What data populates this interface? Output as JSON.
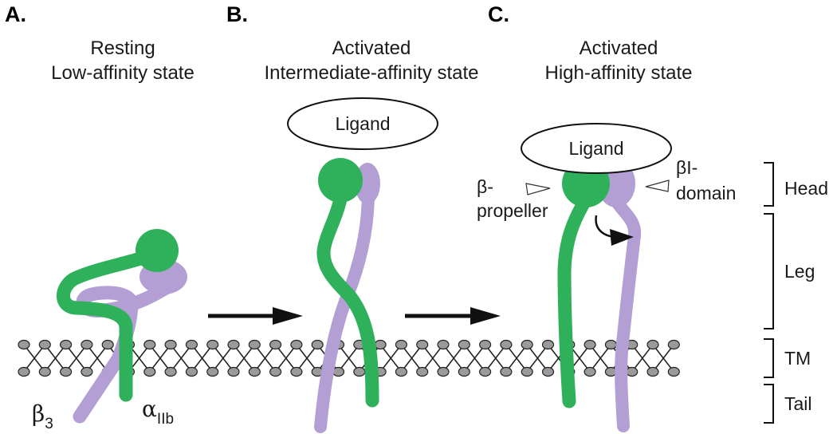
{
  "colors": {
    "beta_chain": "#2eb15a",
    "alpha_chain": "#b39fd3",
    "lipid_head": "#9a9a9a",
    "arrow": "#111111"
  },
  "panels": [
    {
      "letter": "A.",
      "line1": "Resting",
      "line2": "Low-affinity state"
    },
    {
      "letter": "B.",
      "line1": "Activated",
      "line2": "Intermediate-affinity state"
    },
    {
      "letter": "C.",
      "line1": "Activated",
      "line2": "High-affinity state"
    }
  ],
  "ligand": {
    "b": "Ligand",
    "c": "Ligand"
  },
  "chains": {
    "beta": "β",
    "beta_sub": "3",
    "alpha": "α",
    "alpha_sub": "IIb"
  },
  "domains": {
    "propeller_line1": "β-",
    "propeller_line2": "propeller",
    "bi_line1": "βI-",
    "bi_line2": "domain"
  },
  "regions": {
    "head": "Head",
    "leg": "Leg",
    "tm": "TM",
    "tail": "Tail"
  }
}
